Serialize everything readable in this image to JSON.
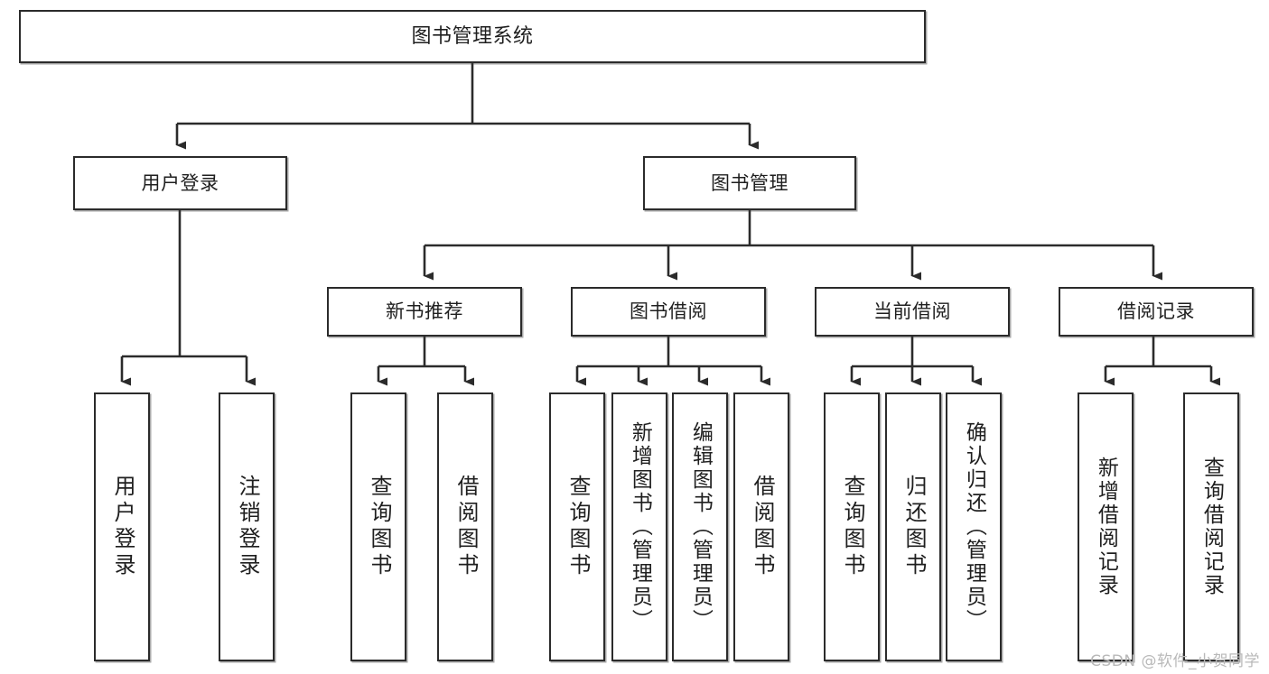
{
  "diagram": {
    "title": "图书管理系统",
    "watermark": "CSDN @软件_小贺同学",
    "stroke_color": "#2b2b2b",
    "fill_color": "#ffffff",
    "text_color": "#1f1f1f"
  },
  "chart_data": {
    "type": "diagram",
    "subtype": "tree",
    "title": "图书管理系统",
    "orientation": "top-down",
    "nodes": [
      {
        "id": "root",
        "label": "图书管理系统",
        "level": 0
      },
      {
        "id": "login",
        "label": "用户登录",
        "level": 1
      },
      {
        "id": "bookmgmt",
        "label": "图书管理",
        "level": 1
      },
      {
        "id": "newbook",
        "label": "新书推荐",
        "level": 2
      },
      {
        "id": "borrow",
        "label": "图书借阅",
        "level": 2
      },
      {
        "id": "current",
        "label": "当前借阅",
        "level": 2
      },
      {
        "id": "record",
        "label": "借阅记录",
        "level": 2
      },
      {
        "id": "leaf1",
        "label": "用户登录",
        "level": 3,
        "parent": "login"
      },
      {
        "id": "leaf2",
        "label": "注销登录",
        "level": 3,
        "parent": "login"
      },
      {
        "id": "leaf3",
        "label": "查询图书",
        "level": 3,
        "parent": "newbook"
      },
      {
        "id": "leaf4",
        "label": "借阅图书",
        "level": 3,
        "parent": "newbook"
      },
      {
        "id": "leaf5",
        "label": "查询图书",
        "level": 3,
        "parent": "borrow"
      },
      {
        "id": "leaf6",
        "label": "新增图书（管理员）",
        "level": 3,
        "parent": "borrow"
      },
      {
        "id": "leaf7",
        "label": "编辑图书（管理员）",
        "level": 3,
        "parent": "borrow"
      },
      {
        "id": "leaf8",
        "label": "借阅图书",
        "level": 3,
        "parent": "borrow"
      },
      {
        "id": "leaf9",
        "label": "查询图书",
        "level": 3,
        "parent": "current"
      },
      {
        "id": "leaf10",
        "label": "归还图书",
        "level": 3,
        "parent": "current"
      },
      {
        "id": "leaf11",
        "label": "确认归还（管理员）",
        "level": 3,
        "parent": "current"
      },
      {
        "id": "leaf12",
        "label": "新增借阅记录",
        "level": 3,
        "parent": "record"
      },
      {
        "id": "leaf13",
        "label": "查询借阅记录",
        "level": 3,
        "parent": "record"
      }
    ],
    "edges": [
      {
        "from": "root",
        "to": "login"
      },
      {
        "from": "root",
        "to": "bookmgmt"
      },
      {
        "from": "login",
        "to": "leaf1"
      },
      {
        "from": "login",
        "to": "leaf2"
      },
      {
        "from": "bookmgmt",
        "to": "newbook"
      },
      {
        "from": "bookmgmt",
        "to": "borrow"
      },
      {
        "from": "bookmgmt",
        "to": "current"
      },
      {
        "from": "bookmgmt",
        "to": "record"
      },
      {
        "from": "newbook",
        "to": "leaf3"
      },
      {
        "from": "newbook",
        "to": "leaf4"
      },
      {
        "from": "borrow",
        "to": "leaf5"
      },
      {
        "from": "borrow",
        "to": "leaf6"
      },
      {
        "from": "borrow",
        "to": "leaf7"
      },
      {
        "from": "borrow",
        "to": "leaf8"
      },
      {
        "from": "current",
        "to": "leaf9"
      },
      {
        "from": "current",
        "to": "leaf10"
      },
      {
        "from": "current",
        "to": "leaf11"
      },
      {
        "from": "record",
        "to": "leaf12"
      },
      {
        "from": "record",
        "to": "leaf13"
      }
    ]
  }
}
